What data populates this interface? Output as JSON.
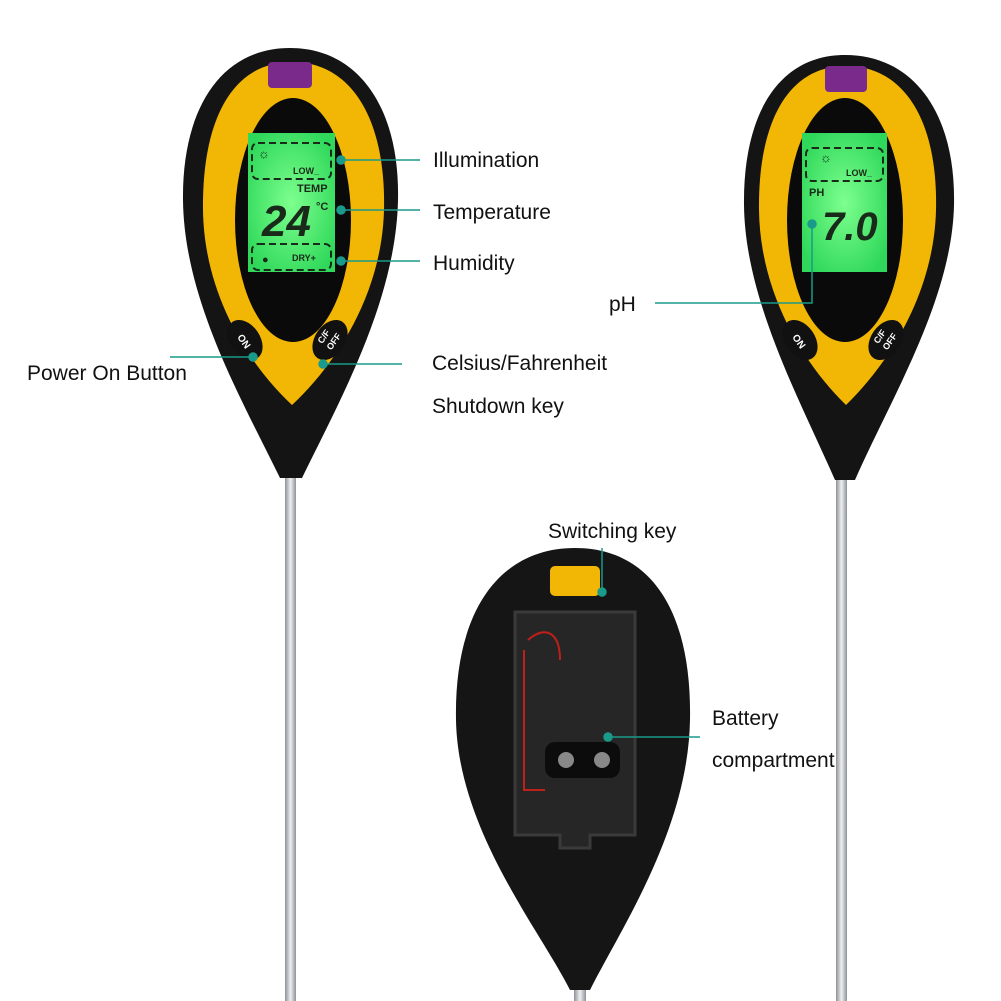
{
  "colors": {
    "leader_line": "#1a9a8a",
    "body_yellow": "#f2b705",
    "body_black": "#141414",
    "lcd_green": "#3ef06a",
    "probe": "#c9ccd0"
  },
  "labels": {
    "illumination": "Illumination",
    "temperature": "Temperature",
    "humidity": "Humidity",
    "power_on": "Power On Button",
    "celsius_line1": "Celsius/Fahrenheit",
    "celsius_line2": "Shutdown key",
    "ph": "pH",
    "switching": "Switching key",
    "battery_line1": "Battery",
    "battery_line2": "compartment"
  },
  "left_meter": {
    "light_text": "LOW_",
    "temp_label": "TEMP",
    "temp_value": "24",
    "temp_unit": "°C",
    "humidity_text": "DRY+",
    "on_button": "ON",
    "cf_button_line1": "C/F",
    "cf_button_line2": "OFF"
  },
  "right_meter": {
    "light_text": "LOW_",
    "ph_label": "PH",
    "ph_value": "7.0",
    "on_button": "ON",
    "cf_button_line1": "C/F",
    "cf_button_line2": "OFF"
  }
}
